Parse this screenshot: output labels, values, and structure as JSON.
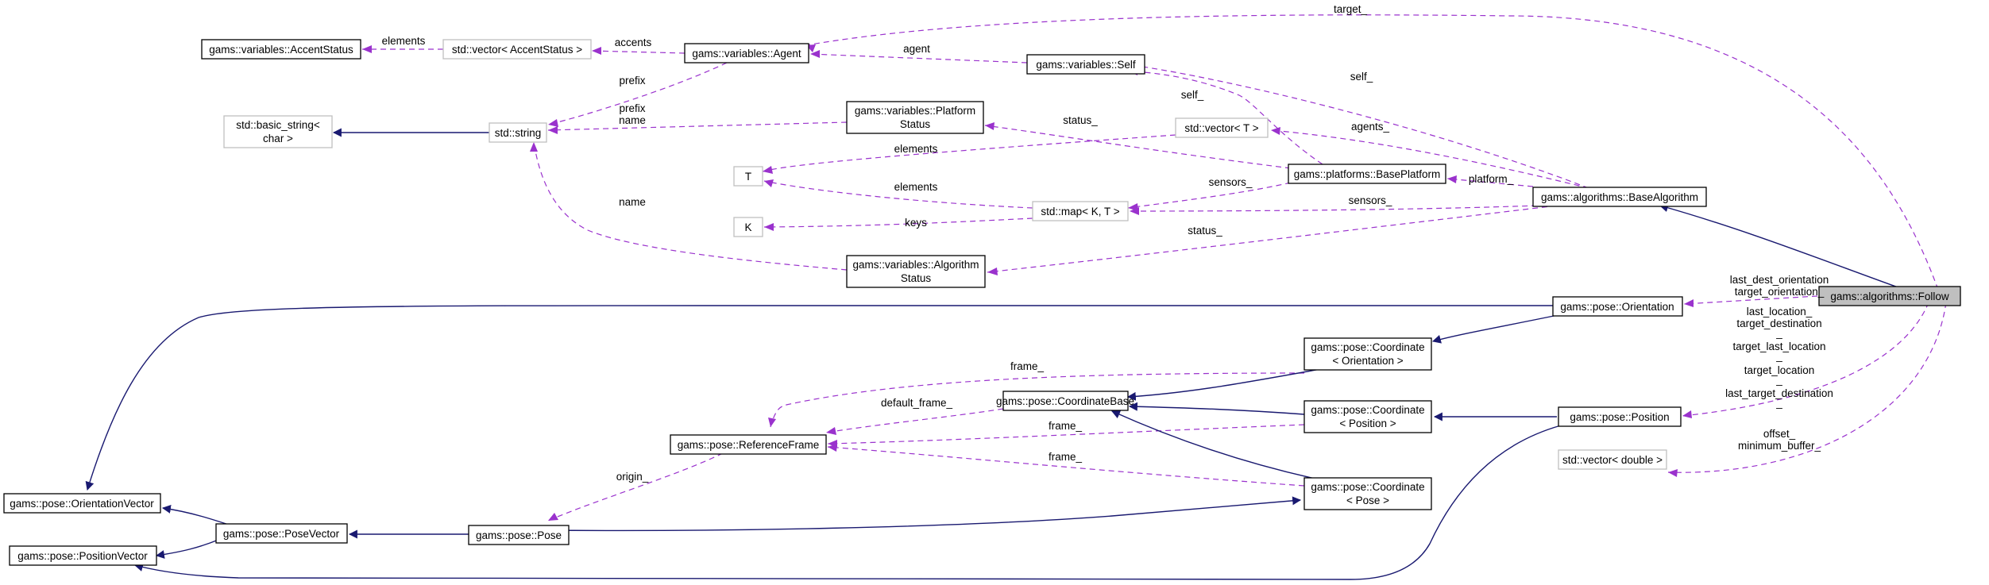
{
  "colors": {
    "inheritance_edge": "#191970",
    "usage_edge": "#9a32cd",
    "node_border": "#000000",
    "external_node_border": "#bfbfbf",
    "focus_node_fill": "#bfbfbf"
  },
  "nodes": {
    "accent_status": {
      "lines": [
        "gams::variables::AccentStatus"
      ]
    },
    "vector_accent": {
      "lines": [
        "std::vector< AccentStatus >"
      ]
    },
    "agent": {
      "lines": [
        "gams::variables::Agent"
      ]
    },
    "self": {
      "lines": [
        "gams::variables::Self"
      ]
    },
    "basic_string": {
      "lines": [
        "std::basic_string<",
        "char >"
      ]
    },
    "string": {
      "lines": [
        "std::string"
      ]
    },
    "platform_status": {
      "lines": [
        "gams::variables::Platform",
        "Status"
      ]
    },
    "vector_t": {
      "lines": [
        "std::vector< T >"
      ]
    },
    "t": {
      "lines": [
        "T"
      ]
    },
    "base_platform": {
      "lines": [
        "gams::platforms::BasePlatform"
      ]
    },
    "base_algorithm": {
      "lines": [
        "gams::algorithms::BaseAlgorithm"
      ]
    },
    "k": {
      "lines": [
        "K"
      ]
    },
    "map_kt": {
      "lines": [
        "std::map< K, T >"
      ]
    },
    "algorithm_status": {
      "lines": [
        "gams::variables::Algorithm",
        "Status"
      ]
    },
    "orientation": {
      "lines": [
        "gams::pose::Orientation"
      ]
    },
    "follow": {
      "lines": [
        "gams::algorithms::Follow"
      ]
    },
    "coord_orientation": {
      "lines": [
        "gams::pose::Coordinate",
        "< Orientation >"
      ]
    },
    "coordinate_base": {
      "lines": [
        "gams::pose::CoordinateBase"
      ]
    },
    "coord_position": {
      "lines": [
        "gams::pose::Coordinate",
        "< Position >"
      ]
    },
    "position": {
      "lines": [
        "gams::pose::Position"
      ]
    },
    "reference_frame": {
      "lines": [
        "gams::pose::ReferenceFrame"
      ]
    },
    "vector_double": {
      "lines": [
        "std::vector< double >"
      ]
    },
    "coord_pose": {
      "lines": [
        "gams::pose::Coordinate",
        "< Pose >"
      ]
    },
    "orientation_vector": {
      "lines": [
        "gams::pose::OrientationVector"
      ]
    },
    "pose_vector": {
      "lines": [
        "gams::pose::PoseVector"
      ]
    },
    "pose": {
      "lines": [
        "gams::pose::Pose"
      ]
    },
    "position_vector": {
      "lines": [
        "gams::pose::PositionVector"
      ]
    }
  },
  "edge_labels": {
    "target": [
      "target_"
    ],
    "elements_accent": [
      "elements"
    ],
    "accents": [
      "accents"
    ],
    "agent": [
      "agent"
    ],
    "self_follow": [
      "self_"
    ],
    "prefix_agent": [
      "prefix"
    ],
    "self_platform": [
      "self_"
    ],
    "prefix_name": [
      "prefix",
      "name"
    ],
    "status_platform": [
      "status_"
    ],
    "agents": [
      "agents_"
    ],
    "elements_vector_t": [
      "elements"
    ],
    "platform": [
      "platform_"
    ],
    "sensors_platform": [
      "sensors_"
    ],
    "elements_map": [
      "elements"
    ],
    "sensors_algorithm": [
      "sensors_"
    ],
    "name": [
      "name"
    ],
    "keys": [
      "keys"
    ],
    "status_algorithm": [
      "status_"
    ],
    "orientation_fields": [
      "last_dest_orientation",
      "target_orientation_"
    ],
    "position_fields": [
      "last_location_",
      "target_destination",
      "_",
      "target_last_location",
      "_",
      "target_location",
      "_",
      "last_target_destination",
      "_"
    ],
    "frame_orientation": [
      "frame_"
    ],
    "default_frame": [
      "default_frame_"
    ],
    "frame_position": [
      "frame_"
    ],
    "frame_pose": [
      "frame_"
    ],
    "origin": [
      "origin_"
    ],
    "double_fields": [
      "offset_",
      "minimum_buffer_"
    ]
  }
}
